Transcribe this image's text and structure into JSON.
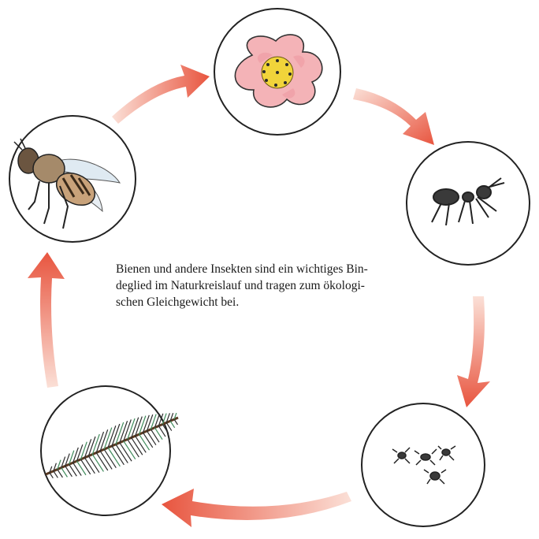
{
  "caption": {
    "line1": "Bienen und andere Insekten sind ein wichtiges Bin-",
    "line2": "deglied im Naturkreislauf und tragen zum ökologi-",
    "line3": "schen Gleichgewicht bei."
  },
  "nodes": [
    {
      "id": "flower",
      "icon": "flower-icon"
    },
    {
      "id": "ant",
      "icon": "ant-icon"
    },
    {
      "id": "small-insects",
      "icon": "small-insects-icon"
    },
    {
      "id": "conifer-branch",
      "icon": "conifer-branch-icon"
    },
    {
      "id": "bee",
      "icon": "bee-icon"
    }
  ],
  "colors": {
    "arrow": "#e8553f",
    "arrow_light": "#f6c2b4",
    "outline": "#222222",
    "petal": "#f2a7ad",
    "stamen": "#f1d43a",
    "needle_green": "#3f8a5a",
    "bee_brown": "#8a6a48"
  }
}
